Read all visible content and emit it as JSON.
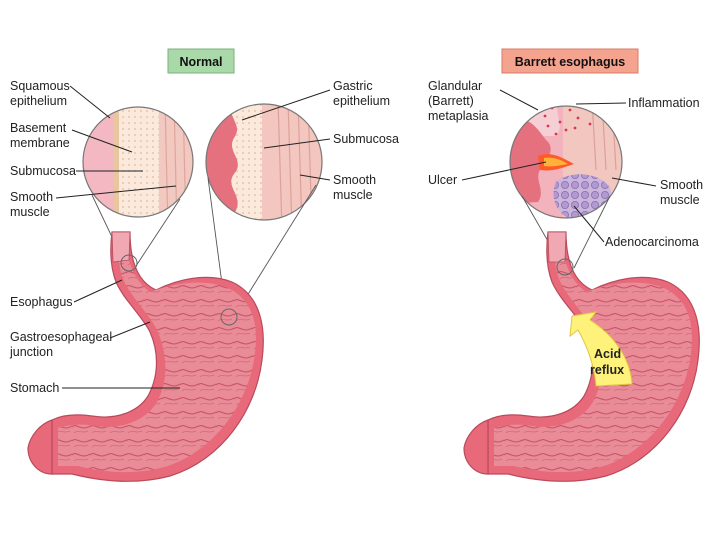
{
  "titles": {
    "normal": "Normal",
    "barrett": "Barrett esophagus"
  },
  "colors": {
    "normal_badge": "#a9d8a9",
    "barrett_badge": "#f4a38f",
    "tissue_pink": "#e86a7a",
    "tissue_light": "#f7c9cf",
    "acid_yellow": "#fff27a"
  },
  "normal": {
    "labels": {
      "squamous_epithelium": [
        "Squamous",
        "epithelium"
      ],
      "basement_membrane": [
        "Basement",
        "membrane"
      ],
      "submucosa": "Submucosa",
      "smooth_muscle": [
        "Smooth",
        "muscle"
      ],
      "gastric_epithelium": [
        "Gastric",
        "epithelium"
      ],
      "submucosa_right": "Submucosa",
      "smooth_muscle_right": [
        "Smooth",
        "muscle"
      ],
      "esophagus": "Esophagus",
      "ge_junction": [
        "Gastroesophageal",
        "junction"
      ],
      "stomach": "Stomach"
    }
  },
  "barrett": {
    "labels": {
      "glandular": [
        "Glandular",
        "(Barrett)",
        "metaplasia"
      ],
      "inflammation": "Inflammation",
      "ulcer": "Ulcer",
      "smooth_muscle": [
        "Smooth",
        "muscle"
      ],
      "adenocarcinoma": "Adenocarcinoma",
      "acid_reflux": [
        "Acid",
        "reflux"
      ]
    }
  }
}
